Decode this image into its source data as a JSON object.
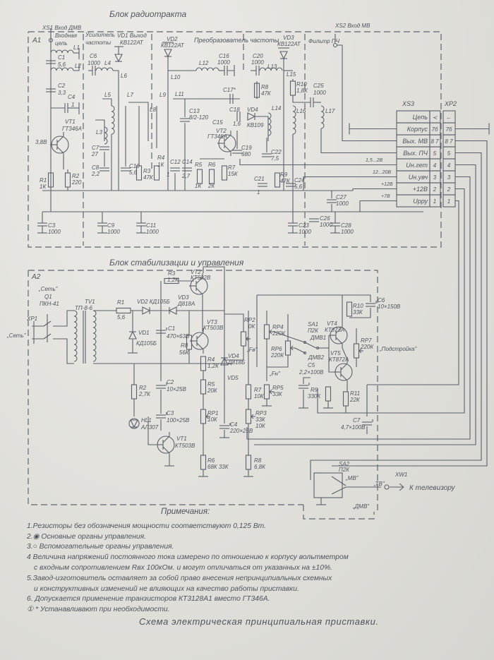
{
  "radio_block": {
    "title": "Блок радиотракта",
    "a1": "A1",
    "xs1": "XS1 Вход ДМВ",
    "input1": "Входная",
    "input2": "цепь",
    "amp1": "Усилитель",
    "amp2": "частоты",
    "vd1": "VD1 Выход",
    "vd1t": "КВ122АТ",
    "vd2": "VD2",
    "vd2t": "КВ122АТ",
    "conv": "Преобразователь частоты",
    "vd3": "VD3",
    "vd3t": "КВ122АТ",
    "xs2": "XS2 Вход МВ",
    "filt": "Фильтр ПЧ",
    "L1": "L1",
    "c1": "C1",
    "c1v": "5,6",
    "L2": "L2",
    "c2": "C2",
    "c2v": "3,3",
    "c4": "C4",
    "c4v": "1",
    "vt1": "VT1",
    "vt1t": "ГТ346А",
    "v38": "3,8В",
    "r1": "R1",
    "r1v": "1К",
    "r2": "R2",
    "r2v": "220",
    "c3": "C3",
    "c3v": "1000",
    "c6": "C6",
    "c6v": "1000",
    "L4": "L4",
    "L6": "L6",
    "L5": "L5",
    "L3": "L3",
    "c7": "C7",
    "c7v": "27",
    "c8": "C8",
    "c8v": "2,2",
    "c9": "C9",
    "c9v": "1000",
    "c10": "C10",
    "c10v": "5,6",
    "r3": "R3",
    "r3v": "47К",
    "L7": "L7",
    "L8": "L8",
    "L9": "L9",
    "r4": "R4",
    "r4v": "1К",
    "c11": "C11",
    "c11v": "1000",
    "L10": "L10",
    "L12": "L12",
    "c16": "C16",
    "c16v": "1000",
    "L11": "L11",
    "c13": "C13",
    "c13v": "8/2-120",
    "c15": "C15",
    "c17": "C17*",
    "r8": "R8",
    "r8v": "47К",
    "vd4": "VD4",
    "vd4t": "КВ109",
    "L14": "L14",
    "c18": "C18",
    "c18v": "1,6",
    "vt2": "VT2",
    "vt2t": "ГТ346А",
    "c12": "C12",
    "c12v": "1",
    "c14": "C14",
    "c14v": "2,7",
    "r5": "R5",
    "r5v": "1К",
    "r6": "R6",
    "r6v": "2К",
    "r7": "R7",
    "r7v": "15К",
    "c19": "C19",
    "c19v": "680",
    "c22": "C22",
    "c22v": "7,5",
    "c21": "C21",
    "c21v": "1",
    "r9": "R9",
    "r9v": "47К",
    "c24": "C24",
    "c24v": "5,6",
    "c20": "C20",
    "c20v": "1000",
    "L13": "L13",
    "L15": "L15",
    "r10": "R10",
    "r10v": "1,8К",
    "c25": "C25",
    "c25v": "1000",
    "L16": "L16",
    "L17": "L17",
    "c27": "C27",
    "c27v": "1000",
    "c26": "C26",
    "c26v": "1000",
    "c23": "C23",
    "c23v": "1000",
    "c28": "C28",
    "c28v": "1000",
    "w1": "1,5...2В",
    "w2": "12...20В",
    "w3": "+12В",
    "w4": "+7В"
  },
  "connector": {
    "xs3": "XS3",
    "xp2": "XP2",
    "rows": [
      {
        "signal": "Цепь",
        "pin_xs3": "≺",
        "pin_xp2": "←"
      },
      {
        "signal": "Корпус",
        "pin_xs3": "7б",
        "pin_xp2": "7б"
      },
      {
        "signal": "Вых. МВ",
        "pin_xs3": "8 7",
        "pin_xp2": "8 7"
      },
      {
        "signal": "Вых. ПЧ",
        "pin_xs3": "5",
        "pin_xp2": "5"
      },
      {
        "signal": "Uн.гет",
        "pin_xs3": "4",
        "pin_xp2": "4"
      },
      {
        "signal": "Uн.увч",
        "pin_xs3": "3",
        "pin_xp2": "3"
      },
      {
        "signal": "+12В",
        "pin_xs3": "2",
        "pin_xp2": "2"
      },
      {
        "signal": "Uрру",
        "pin_xs3": "1",
        "pin_xp2": "1"
      }
    ]
  },
  "stab_block": {
    "title": "Блок стабилизации и управления",
    "a2": "A2",
    "set1": "„Сеть\"",
    "q1": "Q1",
    "q1t": "ПКН-41",
    "xp1": "XP1",
    "set2": "„Сеть\"",
    "tv1": "TV1",
    "tv1t": "ТП-8-6",
    "r1": "R1",
    "r1v": "5,6",
    "vd2": "VD2 КД105Б",
    "vd1": "VD1",
    "vd1t": "КД105Б",
    "c1": "C1",
    "c1v": "470×63В",
    "r8": "R8",
    "r8v": "56К",
    "vd3": "VD3",
    "vd3t": "Д818А",
    "r3": "R3",
    "r3v": "1,2К",
    "vt2": "VT2",
    "vt2t": "КТ502В",
    "vt3": "VT3",
    "vt3t": "КТ503В",
    "r4": "R4",
    "r4v": "1,2К",
    "vd4": "VD4",
    "vd4t": "Д818Б",
    "vd5": "VD5",
    "r5": "R5",
    "r5v": "20К",
    "c2": "C2",
    "c2v": "10×25В",
    "r2": "R2",
    "r2v": "2,7К",
    "c3": "C3",
    "c3v": "100×25В",
    "hl1": "HL1",
    "hl1t": "АЛ307",
    "rp1": "RP1",
    "rp1v": "10К",
    "vt1": "VT1",
    "vt1t": "КТ503В",
    "c4": "C4",
    "c4v": "220×25В",
    "r6": "R6",
    "r6v": "68К 33К",
    "r7": "R7",
    "r7v": "10К",
    "rp3": "RP3",
    "rp3v": "33К",
    "rp3v2": "10К",
    "r8b": "R8",
    "r8bv": "6,8К",
    "rp2": "RP2",
    "rp2v": "0К",
    "fv": "„Fв\"",
    "rp4": "RP4",
    "rp4v": "220К",
    "rp6": "RP6",
    "rp6v": "220К",
    "fn": "„Fн\"",
    "rp5": "RP5",
    "rp5v": "33К",
    "sa1": "SA1",
    "sa1t": "П2К",
    "dmv1": "ДМВ1",
    "dmv2": "ДМВ2",
    "c5": "C5",
    "c5v": "2,2×100В",
    "vt4": "VT4",
    "vt4t": "КТ873А",
    "vt5": "VT5",
    "vt5t": "КТ872А",
    "r9": "R9",
    "r9v": "330К",
    "r10": "R10",
    "r10v": "33К",
    "r11": "R11",
    "r11v": "22К",
    "c6": "C6",
    "c6v": "10×150В",
    "rp7": "RP7",
    "rp7v": "220К",
    "tune": "„Подстройка\"",
    "c7": "C7",
    "c7v": "4,7×100В",
    "sa2": "SA2",
    "sa2t": "П2К",
    "mv": "„МВ\"",
    "dmv": "„ДМВ\"",
    "xw1": "XW1",
    "tv": "„ТВ\"",
    "to_tv": "К телевизору"
  },
  "notes": {
    "heading": "Примечания:",
    "lines": [
      "1.Резисторы без обозначения мощности соответствуют 0,125 Вт.",
      "2.◉ Основные органы управления.",
      "3.○ Вспомогательные органы управления.",
      "4 Величина напряжений постоянного тока измерено по отношению к корпусу вольтметром",
      "с входным сопротивлением Rвх 100кОм. и могут отличаться от указанных на ±10%.",
      "5.Завод-изготовитель оставляет за собой право внесения непринципиальных схемных",
      "и конструктивных изменений не влияющих на качество работы приставки.",
      "6. Допускается применение транзисторов КТ3128А1 вместо ГТ346А.",
      "① * Устанавливают при необходимости."
    ]
  },
  "caption": "Схема электрическая принципиальная приставки."
}
